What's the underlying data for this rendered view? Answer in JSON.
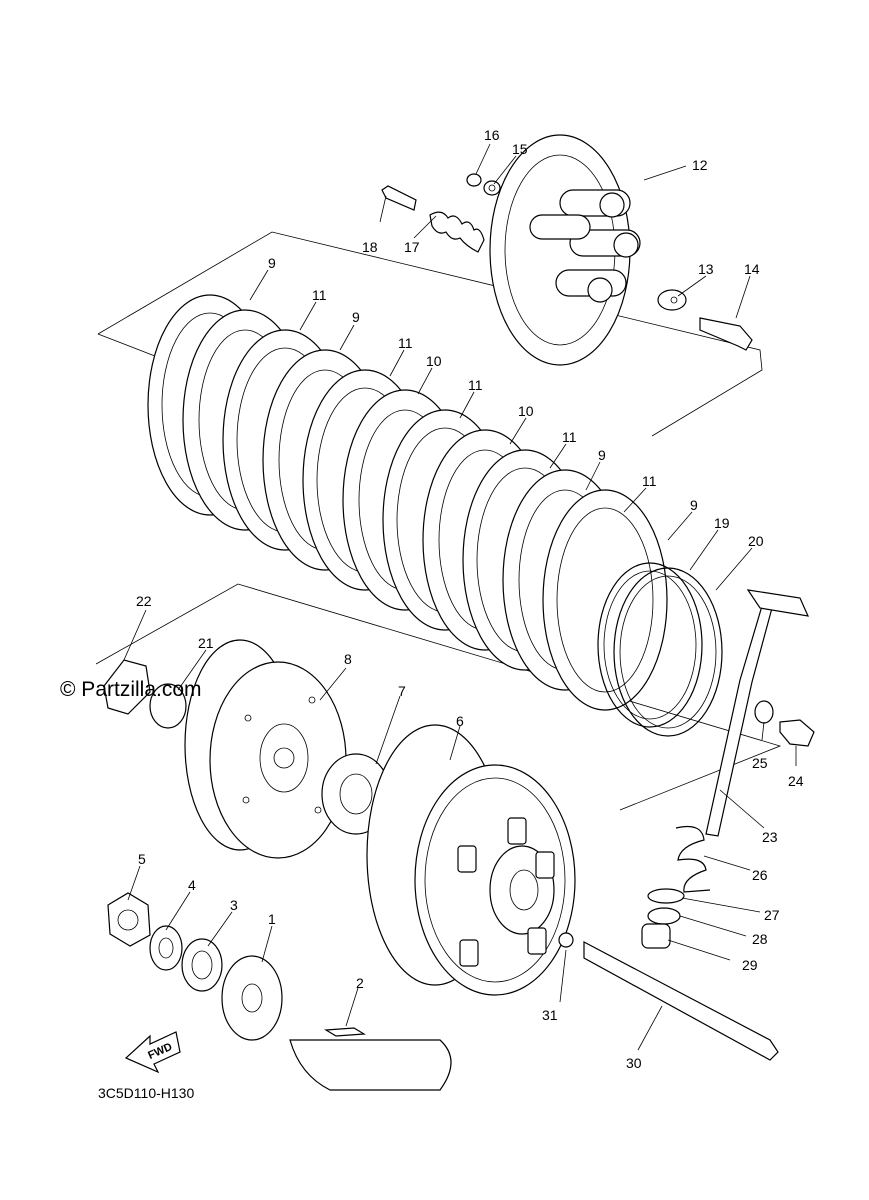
{
  "watermark": "© Partzilla.com",
  "diagram_code": "3C5D110-H130",
  "fwd_label": "FWD",
  "callouts": [
    "1",
    "2",
    "3",
    "4",
    "5",
    "6",
    "7",
    "8",
    "9",
    "9",
    "9",
    "9",
    "10",
    "10",
    "11",
    "11",
    "11",
    "11",
    "11",
    "12",
    "13",
    "14",
    "15",
    "16",
    "17",
    "18",
    "19",
    "20",
    "21",
    "22",
    "23",
    "24",
    "25",
    "26",
    "27",
    "28",
    "29",
    "30",
    "31"
  ]
}
